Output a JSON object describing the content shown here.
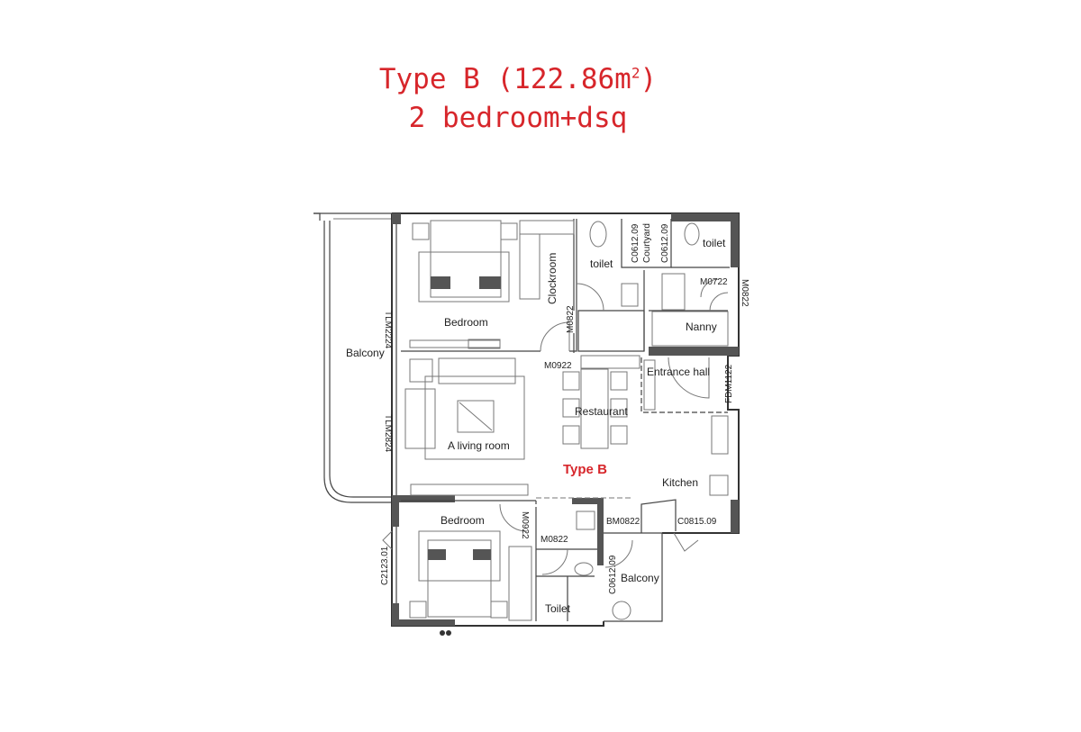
{
  "title": {
    "line1_prefix": "Type B (122.86m",
    "line1_sup": "2",
    "line1_suffix": ")",
    "line2": "2 bedroom+dsq"
  },
  "plan_name": "Type B",
  "rooms": {
    "bedroom_main": "Bedroom",
    "clockroom": "Clockroom",
    "toilet_main": "toilet",
    "courtyard": "Courtyard",
    "toilet_nanny": "toilet",
    "nanny": "Nanny",
    "balcony_left": "Balcony",
    "entrance_hall": "Entrance hall",
    "restaurant": "Restaurant",
    "living_room": "A living room",
    "kitchen": "Kitchen",
    "bedroom_second": "Bedroom",
    "toilet_second": "Toilet",
    "balcony_right": "Balcony"
  },
  "codes": {
    "tlm2224": "TLM2224",
    "tlm2824": "TLM2824",
    "c2123": "C2123.01",
    "m0822_clock": "M0822",
    "c0612_a": "C0612.09",
    "c0612_b": "C0612.09",
    "m0722": "M0722",
    "m0822_nanny": "M0822",
    "m0922_top": "M0922",
    "fdm1122": "FDM1122",
    "m0922_bed": "M0922",
    "m0822_bath": "M0822",
    "bm0822": "BM0822",
    "c0815": "C0815.09",
    "c0612_c": "C0612.09"
  },
  "colors": {
    "title": "#d7262b",
    "walls": "#444444"
  }
}
